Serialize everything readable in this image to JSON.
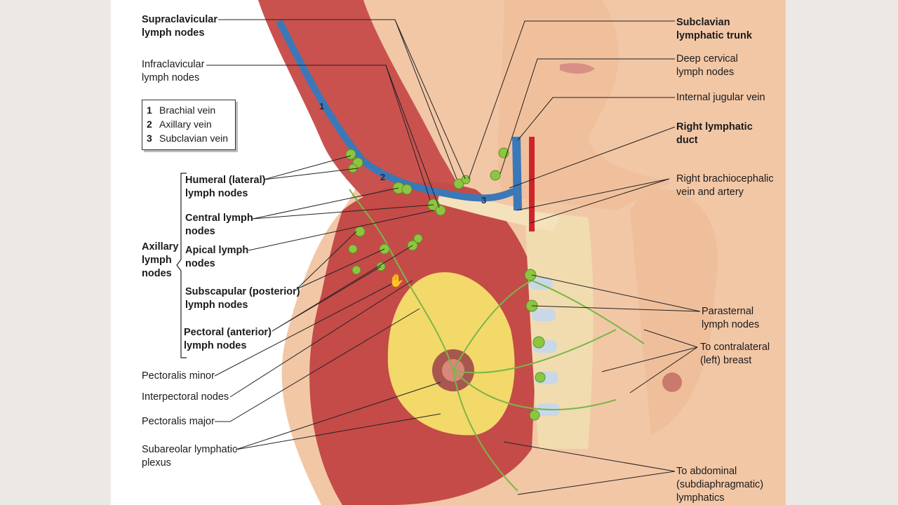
{
  "labels": {
    "supraclavicular": [
      "Supraclavicular",
      "lymph nodes"
    ],
    "infraclavicular": [
      "Infraclavicular",
      "lymph nodes"
    ],
    "subclavian_trunk": [
      "Subclavian",
      "lymphatic trunk"
    ],
    "deep_cervical": [
      "Deep cervical",
      "lymph nodes"
    ],
    "internal_jugular": [
      "Internal jugular vein"
    ],
    "right_lymphatic": [
      "Right lymphatic",
      "duct"
    ],
    "brachiocephalic": [
      "Right brachiocephalic",
      "vein and artery"
    ],
    "axillary_group": [
      "Axillary",
      "lymph",
      "nodes"
    ],
    "humeral": [
      "Humeral (lateral)",
      "lymph nodes"
    ],
    "central": [
      "Central lymph",
      "nodes"
    ],
    "apical": [
      "Apical lymph",
      "nodes"
    ],
    "subscapular": [
      "Subscapular (posterior)",
      "lymph nodes"
    ],
    "pectoral": [
      "Pectoral (anterior)",
      "lymph nodes"
    ],
    "pectoralis_minor": [
      "Pectoralis minor"
    ],
    "interpectoral": [
      "Interpectoral nodes"
    ],
    "pectoralis_major": [
      "Pectoralis major"
    ],
    "subareolar": [
      "Subareolar lymphatic",
      "plexus"
    ],
    "parasternal": [
      "Parasternal",
      "lymph nodes"
    ],
    "contralateral": [
      "To contralateral",
      "(left) breast"
    ],
    "abdominal": [
      "To abdominal",
      "(subdiaphragmatic)",
      "lymphatics"
    ]
  },
  "key": [
    {
      "num": "1",
      "text": "Brachial vein"
    },
    {
      "num": "2",
      "text": "Axillary vein"
    },
    {
      "num": "3",
      "text": "Subclavian vein"
    }
  ],
  "figure_numbers": [
    "1",
    "2",
    "3"
  ],
  "colors": {
    "muscle": "#c9524f",
    "skin": "#f2c7a6",
    "node": "#8cc63f",
    "vein": "#3b78b8",
    "gland": "#f2d96a",
    "artery": "#d0232a"
  }
}
